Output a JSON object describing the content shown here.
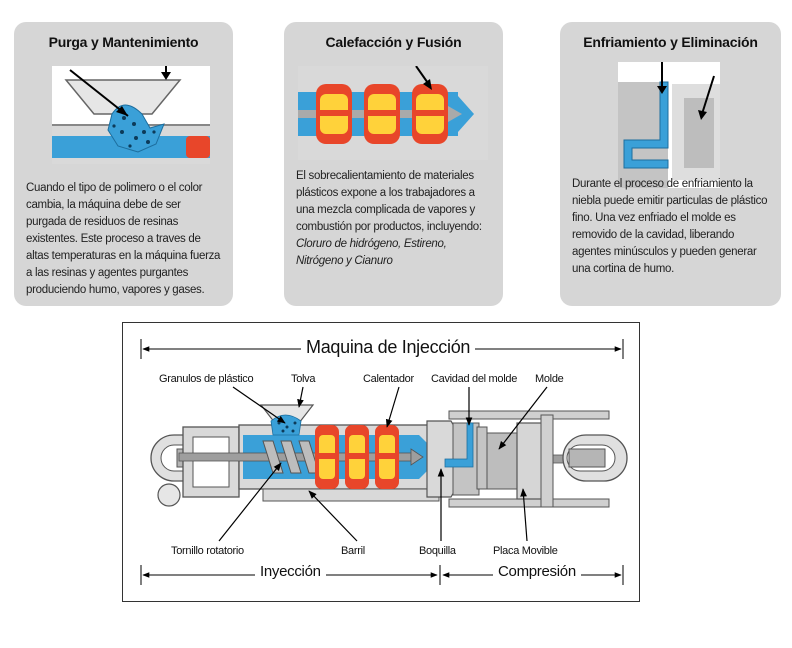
{
  "cards": [
    {
      "title": "Purga y Mantenimiento",
      "text": "Cuando el tipo de polimero o el color cambia, la máquina debe de ser purgada de residuos de resinas existentes. Este proceso a traves de altas temperaturas en la máquina fuerza a las resinas y agentes purgantes produciendo humo, vapores y gases."
    },
    {
      "title": "Calefacción y Fusión",
      "text": "El sobrecalientamiento de materiales plásticos expone a los trabajadores a una mezcla complicada de vapores y combustión por productos, incluyendo:",
      "gases": "Cloruro de hidrógeno, Estireno, Nitrógeno y Cianuro"
    },
    {
      "title": "Enfriamiento y Eliminación",
      "text": "Durante el proceso de enfriamiento la niebla puede emitir particulas de plástico fino. Una vez enfriado el molde es removido de la cavidad, liberando agentes minúsculos y pueden generar una cortina de humo."
    }
  ],
  "diagram": {
    "title": "Maquina de Injección",
    "labels": {
      "granulos": "Granulos de plástico",
      "tolva": "Tolva",
      "calentador": "Calentador",
      "cavidad": "Cavidad del molde",
      "molde": "Molde",
      "tornillo": "Tornillo rotatorio",
      "barril": "Barril",
      "boquilla": "Boquilla",
      "placa": "Placa Movible"
    },
    "sections": {
      "inyeccion": "Inyección",
      "compresion": "Compresión"
    }
  },
  "colors": {
    "card_bg": "#d6d6d6",
    "machine_gray": "#d9d9d9",
    "plastic_blue": "#3aa0d8",
    "heater_red": "#e8462a",
    "heater_yellow": "#ffd23a"
  }
}
